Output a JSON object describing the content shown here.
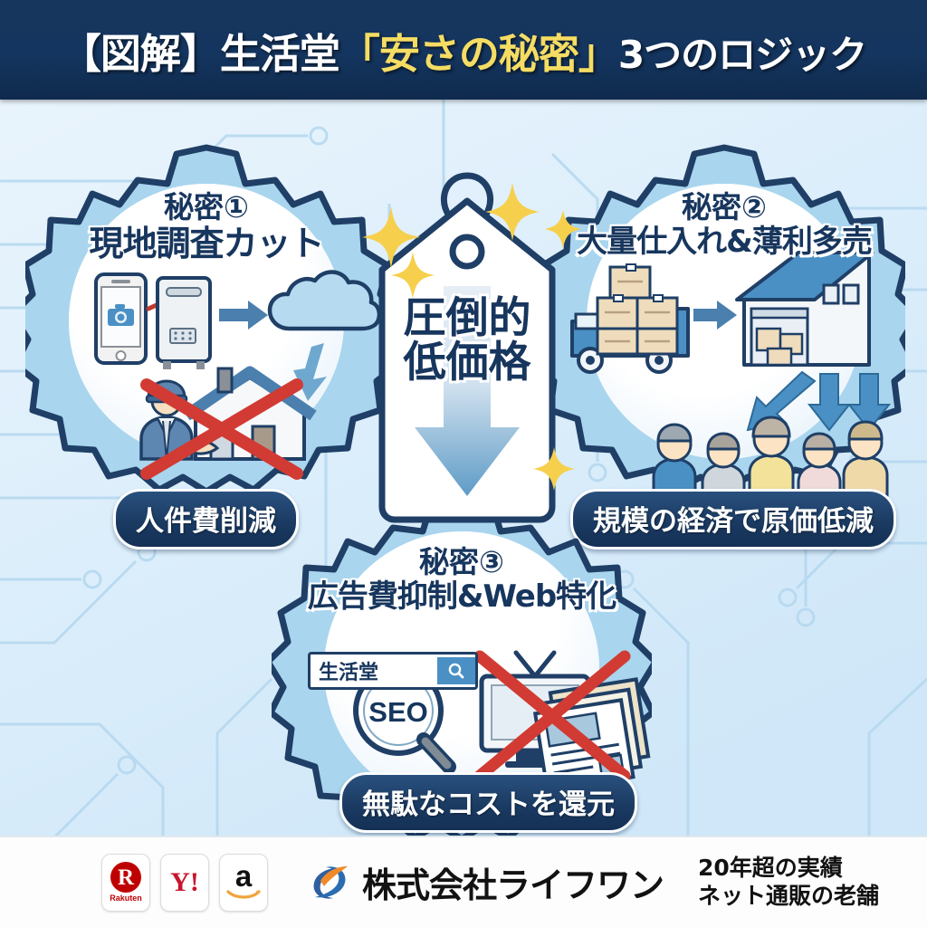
{
  "header": {
    "title_prefix": "【図解】生活堂",
    "title_highlight": "「安さの秘密」",
    "title_suffix": "3つのロジック"
  },
  "center": {
    "tag_line1": "圧倒的",
    "tag_line2": "低価格",
    "icon": "price-tag-icon",
    "arrow_icon": "down-arrow-icon",
    "sparkle_icon": "sparkle-icon"
  },
  "gears": [
    {
      "number": "秘密①",
      "title": "現地調査カット",
      "banner": "人件費削減",
      "icons": [
        "smartphone-camera-icon",
        "water-heater-icon",
        "right-arrow-icon",
        "cloud-icon",
        "down-arrow-icon",
        "technician-icon",
        "house-icon",
        "red-cross-icon"
      ]
    },
    {
      "number": "秘密②",
      "title": "大量仕入れ&薄利多売",
      "banner": "規模の経済で原価低減",
      "icons": [
        "truck-icon",
        "cardboard-boxes-icon",
        "right-arrow-icon",
        "warehouse-icon",
        "down-arrow-icon",
        "people-group-icon"
      ]
    },
    {
      "number": "秘密③",
      "title": "広告費抑制&Web特化",
      "banner": "無駄なコストを還元",
      "icons": [
        "search-bar-icon",
        "magnifier-seo-icon",
        "tv-icon",
        "newspaper-icon",
        "red-cross-icon"
      ],
      "search_query": "生活堂",
      "seo_label": "SEO"
    }
  ],
  "footer": {
    "badges": [
      {
        "name": "rakuten-badge",
        "mark": "R",
        "word": "Rakuten"
      },
      {
        "name": "yahoo-badge",
        "mark": "Y!"
      },
      {
        "name": "amazon-badge",
        "mark": "a"
      }
    ],
    "company_name": "株式会社ライフワン",
    "company_logo": "lifeone-swirl-logo",
    "tagline_line1": "20年超の実績",
    "tagline_line2": "ネット通販の老舗"
  },
  "colors": {
    "header_navy": "#14355f",
    "accent_yellow": "#f5dd63",
    "gear_fill": "#a9d5ee",
    "gear_stroke": "#1f3f66",
    "arrow_blue": "#4a90c4",
    "red_cross": "#d83434"
  }
}
